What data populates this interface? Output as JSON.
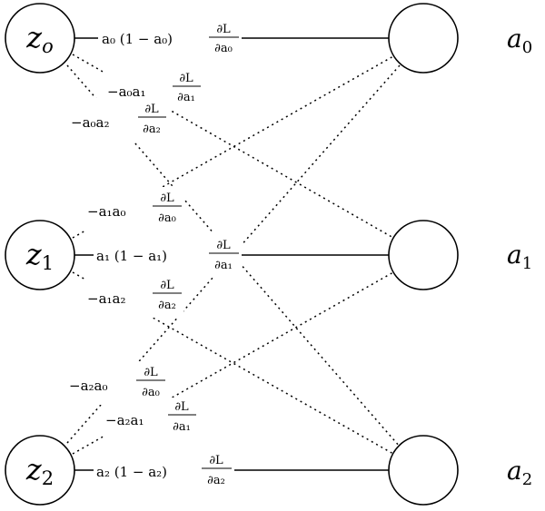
{
  "input_nodes": [
    {
      "label": "z",
      "sub": "o"
    },
    {
      "label": "z",
      "sub": "1"
    },
    {
      "label": "z",
      "sub": "2"
    }
  ],
  "output_nodes": [
    {
      "label": "a",
      "sub": "0"
    },
    {
      "label": "a",
      "sub": "1"
    },
    {
      "label": "a",
      "sub": "2"
    }
  ],
  "edge_labels": {
    "z0_a0": {
      "coef": "a₀ (1 − a₀)",
      "num": "∂L",
      "den": "∂a₀"
    },
    "z0_a1": {
      "coef": "−a₀a₁",
      "num": "∂L",
      "den": "∂a₁"
    },
    "z0_a2": {
      "coef": "−a₀a₂",
      "num": "∂L",
      "den": "∂a₂"
    },
    "z1_a0": {
      "coef": "−a₁a₀",
      "num": "∂L",
      "den": "∂a₀"
    },
    "z1_a1": {
      "coef": "a₁ (1 − a₁)",
      "num": "∂L",
      "den": "∂a₁"
    },
    "z1_a2": {
      "coef": "−a₁a₂",
      "num": "∂L",
      "den": "∂a₂"
    },
    "z2_a0": {
      "coef": "−a₂a₀",
      "num": "∂L",
      "den": "∂a₀"
    },
    "z2_a1": {
      "coef": "−a₂a₁",
      "num": "∂L",
      "den": "∂a₁"
    },
    "z2_a2": {
      "coef": "a₂ (1 − a₂)",
      "num": "∂L",
      "den": "∂a₂"
    }
  }
}
